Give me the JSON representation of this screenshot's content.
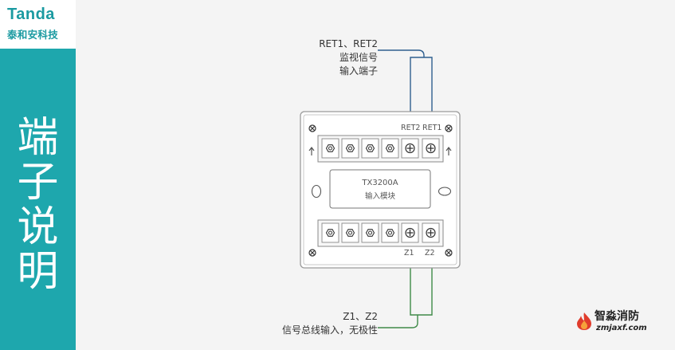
{
  "brand": {
    "name_en": "Tanda",
    "name_cn": "泰和安科技"
  },
  "sidebar": {
    "title_chars": [
      "端",
      "子",
      "说",
      "明"
    ]
  },
  "top_label": {
    "line1": "RET1、RET2",
    "line2": "监视信号",
    "line3": "输入端子"
  },
  "bottom_label": {
    "line1": "Z1、Z2",
    "line2": "信号总线输入，无极性"
  },
  "module": {
    "model": "TX3200A",
    "name": "输入模块",
    "top_terminals": {
      "left": "RET2",
      "right": "RET1"
    },
    "bottom_terminals": {
      "left": "Z1",
      "right": "Z2"
    }
  },
  "watermark": {
    "name": "智淼消防",
    "url": "zmjaxf.com"
  },
  "colors": {
    "sidebar": "#1ea7ad",
    "top_wire": "#2f5f8f",
    "bottom_wire": "#3e8a48",
    "logo_red": "#e03c2c"
  }
}
